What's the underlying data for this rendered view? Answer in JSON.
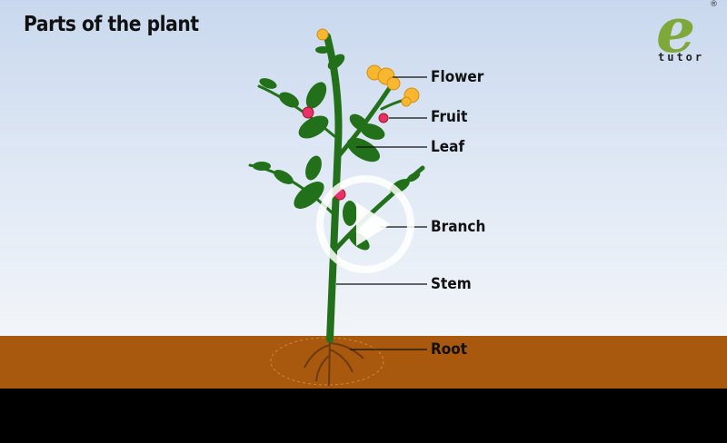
{
  "title": "Parts of the plant",
  "logo": {
    "letter": "e",
    "text": "tutor",
    "mark": "®"
  },
  "labels": {
    "flower": "Flower",
    "fruit": "Fruit",
    "leaf": "Leaf",
    "branch": "Branch",
    "stem": "Stem",
    "root": "Root"
  },
  "colors": {
    "soil": "#a9590d",
    "leaf": "#23701a",
    "flower": "#f7b731",
    "fruit": "#e8306a",
    "logo": "#7fa83a"
  },
  "player": {
    "play_icon": "play-icon"
  }
}
